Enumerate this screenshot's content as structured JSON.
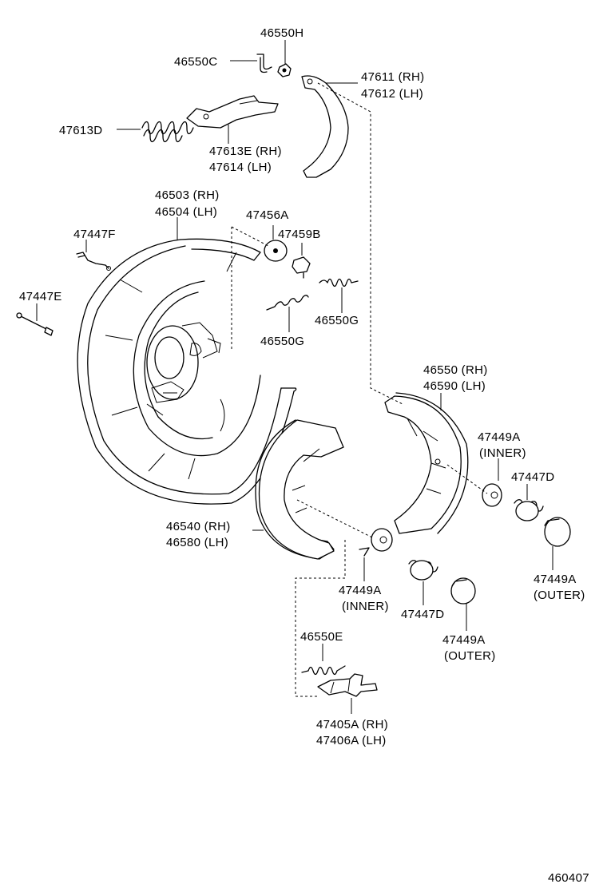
{
  "callouts": {
    "c46550H": "46550H",
    "c46550C": "46550C",
    "c47611": "47611 (RH)",
    "c47612": "47612 (LH)",
    "c47613D": "47613D",
    "c47613E": "47613E (RH)",
    "c47614": "47614 (LH)",
    "c46503": "46503 (RH)",
    "c46504": "46504 (LH)",
    "c47456A": "47456A",
    "c47447F": "47447F",
    "c47459B": "47459B",
    "c47447E": "47447E",
    "c46550G_right": "46550G",
    "c46550G_lower": "46550G",
    "c46550": "46550 (RH)",
    "c46590": "46590 (LH)",
    "c47449A_inner_right": "47449A",
    "inner_right_qual": "(INNER)",
    "c47447D_right": "47447D",
    "c46540": "46540 (RH)",
    "c46580": "46580 (LH)",
    "c47449A_outer_right": "47449A",
    "outer_right_qual": "(OUTER)",
    "c47449A_inner_left": "47449A",
    "inner_left_qual": "(INNER)",
    "c47447D_left": "47447D",
    "c47449A_outer_left": "47449A",
    "outer_left_qual": "(OUTER)",
    "c46550E": "46550E",
    "c47405A": "47405A (RH)",
    "c47406A": "47406A (LH)"
  },
  "figure_number": "460407"
}
